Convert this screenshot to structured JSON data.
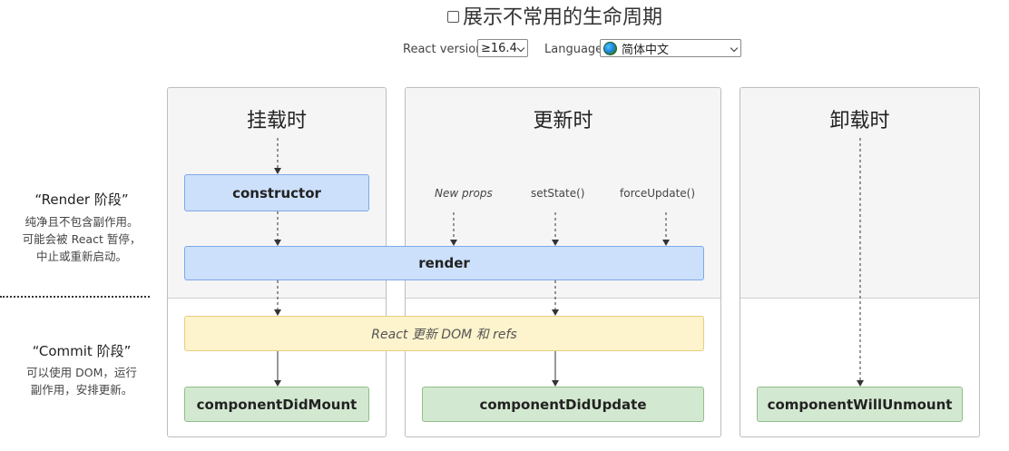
{
  "header": {
    "show_less_common_label": "展示不常用的生命周期",
    "react_version_label": "React version",
    "react_version_value": "≥16.4",
    "language_label": "Language",
    "language_value": "简体中文"
  },
  "phases": {
    "render": {
      "title": "“Render 阶段”",
      "desc_lines": [
        "纯净且不包含副作用。",
        "可能会被 React 暂停，",
        "中止或重新启动。"
      ]
    },
    "commit": {
      "title": "“Commit 阶段”",
      "desc_lines": [
        "可以使用 DOM，运行",
        "副作用，安排更新。"
      ]
    }
  },
  "columns": {
    "mounting": {
      "title": "挂载时"
    },
    "updating": {
      "title": "更新时"
    },
    "unmounting": {
      "title": "卸载时"
    }
  },
  "triggers": {
    "new_props": "New props",
    "set_state": "setState()",
    "force_update": "forceUpdate()"
  },
  "methods": {
    "constructor": "constructor",
    "render": "render",
    "react_updates": "React 更新 DOM 和 refs",
    "component_did_mount": "componentDidMount",
    "component_did_update": "componentDidUpdate",
    "component_will_unmount": "componentWillUnmount"
  },
  "colors": {
    "render_box": "#cce0fb",
    "update_dom_box": "#fdf3cc",
    "commit_box": "#d3e8d0",
    "column_top_bg": "#f5f5f5"
  }
}
